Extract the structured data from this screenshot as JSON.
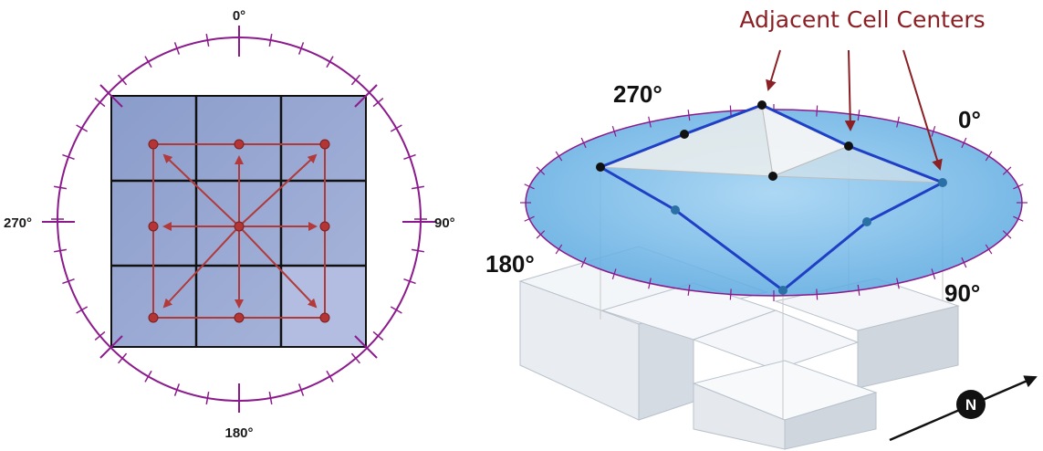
{
  "compass_left": {
    "labels": {
      "north": "0°",
      "east": "90°",
      "south": "180°",
      "west": "270°"
    },
    "ring_color": "#8b1a8c",
    "grid_color": "#8ea3c8",
    "arrow_color": "#b03a3a"
  },
  "perspective_right": {
    "title": "Adjacent Cell Centers",
    "labels": {
      "north": "0°",
      "east": "90°",
      "south": "180°",
      "west": "270°"
    },
    "north_indicator": "N",
    "disc_color": "#6fb4e6",
    "polygon_color": "#1f3fc4"
  }
}
